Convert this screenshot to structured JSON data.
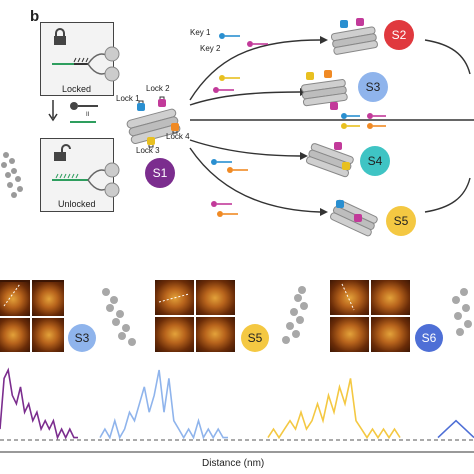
{
  "panel_label": "b",
  "states": {
    "locked": "Locked",
    "unlocked": "Unlocked"
  },
  "keys": {
    "key1": "Key 1",
    "key2": "Key 2"
  },
  "locks": {
    "lock1": "Lock 1",
    "lock2": "Lock 2",
    "lock3": "Lock 3",
    "lock4": "Lock 4"
  },
  "structures": {
    "s1": {
      "label": "S1",
      "color": "#7b2d8e"
    },
    "s2": {
      "label": "S2",
      "color": "#e0393e"
    },
    "s3": {
      "label": "S3",
      "color": "#8fb4ec"
    },
    "s4": {
      "label": "S4",
      "color": "#3fc4c4"
    },
    "s5": {
      "label": "S5",
      "color": "#f4c842"
    },
    "s6": {
      "label": "S6",
      "color": "#4e6fd6"
    }
  },
  "bottom_badges": {
    "s3": "S3",
    "s5": "S5",
    "s6": "S6"
  },
  "strand_marker": "II",
  "chart_data": {
    "type": "line",
    "xlabel": "Distance (nm)",
    "ylabel": "",
    "baseline": "dashed",
    "series": [
      {
        "color": "#7b2d8e",
        "values": [
          2,
          8,
          9,
          6,
          5,
          7,
          4,
          5,
          3,
          4,
          2,
          3,
          2,
          3,
          1,
          2,
          1,
          2,
          1,
          1
        ]
      },
      {
        "color": "#8fb4ec",
        "values": [
          1,
          2,
          1,
          3,
          1,
          2,
          4,
          3,
          5,
          7,
          4,
          6,
          9,
          4,
          8,
          3,
          2,
          1,
          2,
          1,
          3,
          1,
          2,
          1,
          2,
          1,
          1
        ]
      },
      {
        "color": "#f4c842",
        "values": [
          1,
          2,
          1,
          2,
          3,
          2,
          4,
          2,
          3,
          5,
          3,
          6,
          4,
          7,
          5,
          8,
          3,
          2,
          1,
          2,
          1,
          2,
          1,
          2,
          1
        ]
      },
      {
        "color": "#4e6fd6",
        "values": [
          1,
          2,
          3,
          2,
          1
        ]
      }
    ]
  }
}
